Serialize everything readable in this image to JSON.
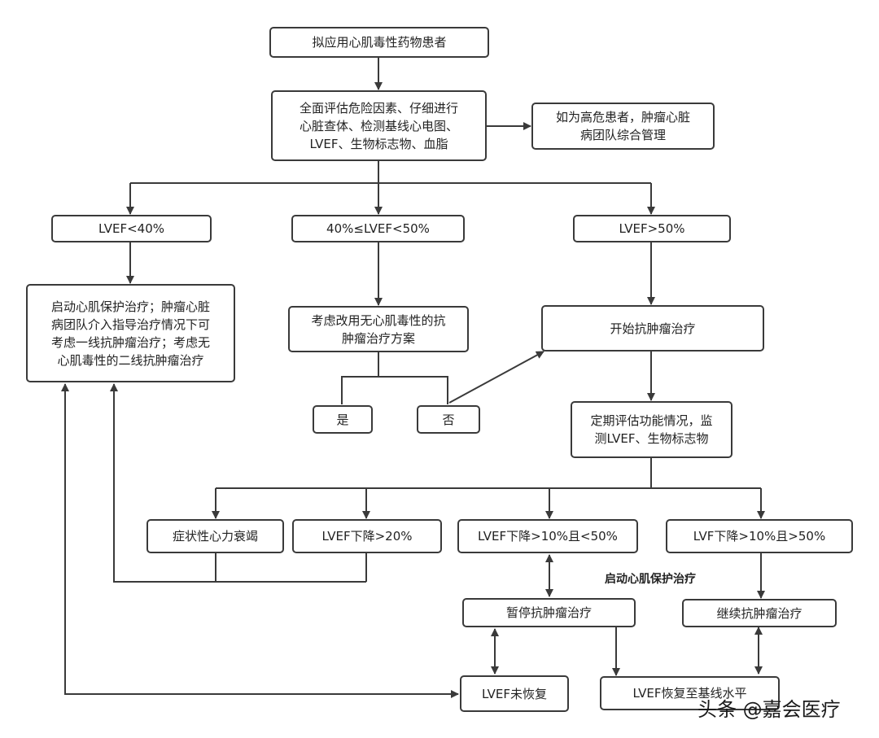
{
  "nodes": {
    "start": [
      "拟应用心肌毒性药物患者"
    ],
    "assess": [
      "全面评估危险因素、仔细进行",
      "心脏查体、检测基线心电图、",
      "LVEF、生物标志物、血脂"
    ],
    "high_risk": [
      "如为高危患者，肿瘤心脏",
      "病团队综合管理"
    ],
    "lvef_lt40": [
      "LVEF<40%"
    ],
    "lvef_40_50": [
      "40%≤LVEF<50%"
    ],
    "lvef_gt50": [
      "LVEF>50%"
    ],
    "cardio_protect_left": [
      "启动心肌保护治疗；肿瘤心脏",
      "病团队介入指导治疗情况下可",
      "考虑一线抗肿瘤治疗；考虑无",
      "心肌毒性的二线抗肿瘤治疗"
    ],
    "consider_change": [
      "考虑改用无心肌毒性的抗",
      "肿瘤治疗方案"
    ],
    "start_treatment": [
      "开始抗肿瘤治疗"
    ],
    "yes": [
      "是"
    ],
    "no": [
      "否"
    ],
    "regular_eval": [
      "定期评估功能情况，监",
      "测LVEF、生物标志物"
    ],
    "symptomatic_hf": [
      "症状性心力衰竭"
    ],
    "lvef_drop20": [
      "LVEF下降>20%"
    ],
    "lvef_drop10_lt50": [
      "LVEF下降>10%且<50%"
    ],
    "lvf_drop10_gt50": [
      "LVF下降>10%且>50%"
    ],
    "pause_treatment": [
      "暂停抗肿瘤治疗"
    ],
    "continue_treatment": [
      "继续抗肿瘤治疗"
    ],
    "lvef_not_recovered": [
      "LVEF未恢复"
    ],
    "lvef_recovered": [
      "LVEF恢复至基线水平"
    ]
  },
  "labels": {
    "start_cardio_protection": "启动心肌保护治疗"
  },
  "watermark": "头条 @嘉会医疗",
  "colors": {
    "line": "#3a3a3a",
    "border": "#3a3a3a",
    "text": "#222222"
  }
}
